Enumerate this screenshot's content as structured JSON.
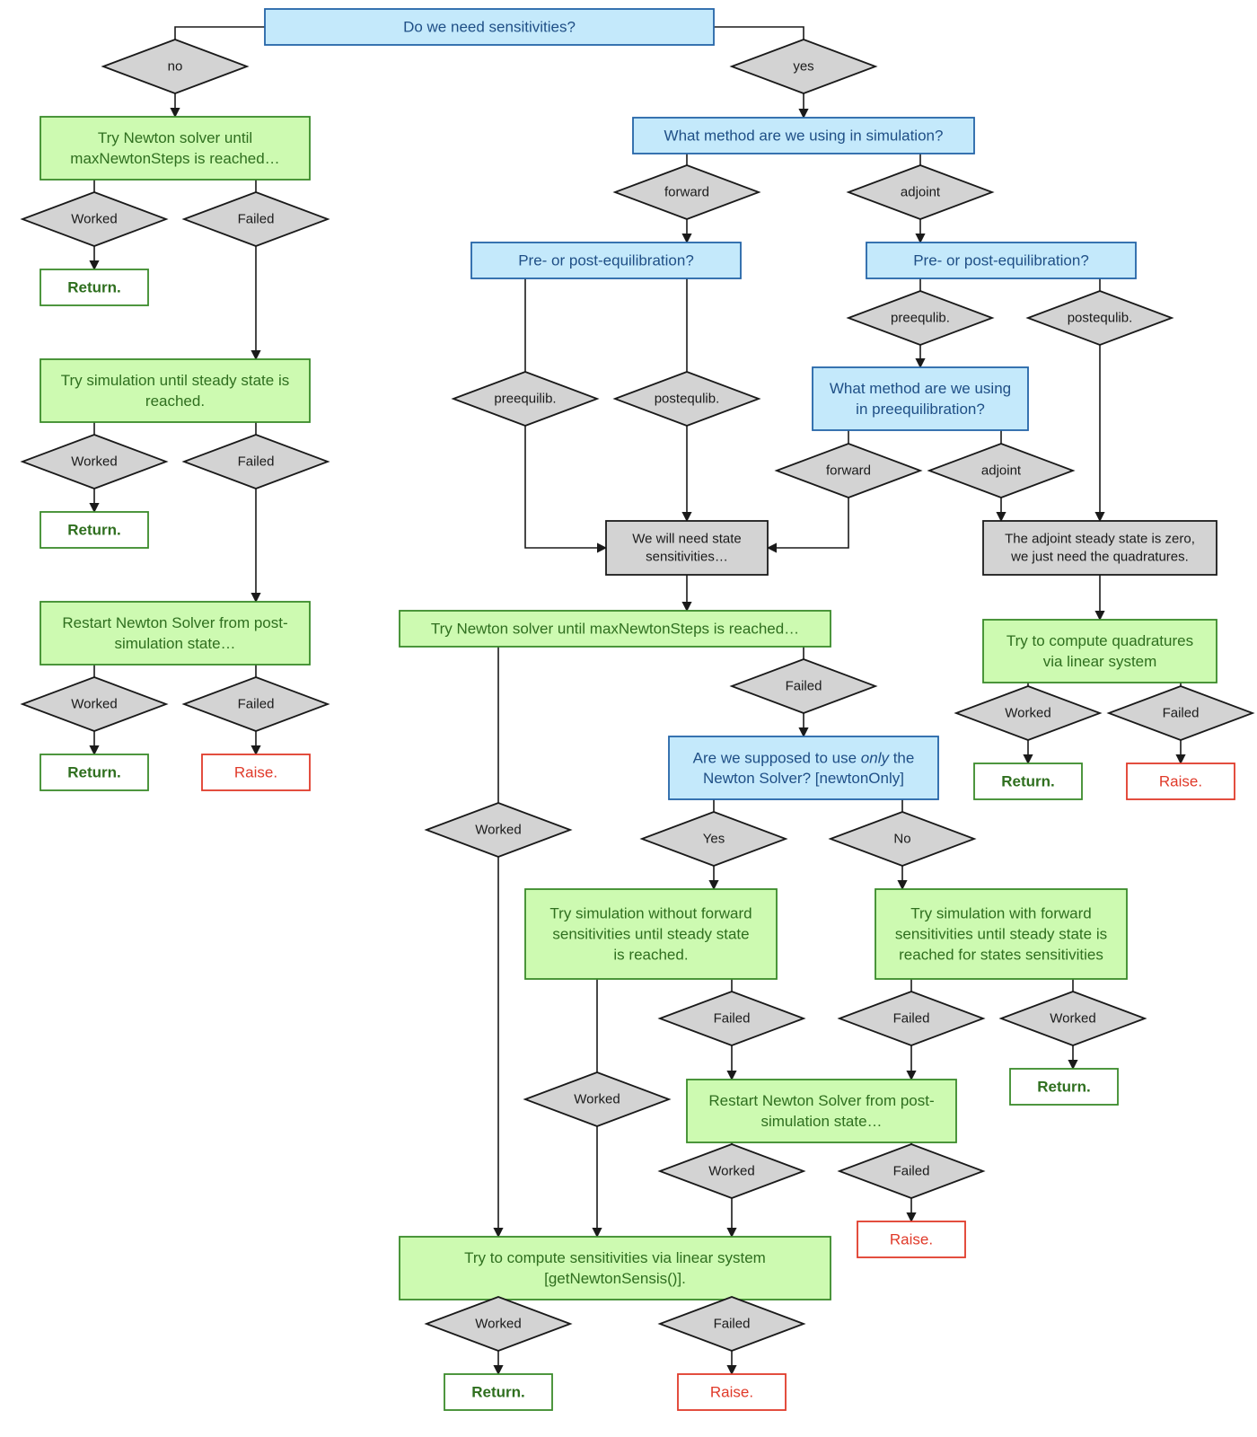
{
  "colors": {
    "blue_fill": "#c4e9fb",
    "blue_stroke": "#2565a8",
    "blue_text": "#1f4f86",
    "green_fill": "#cdfab1",
    "green_stroke": "#3a8a2a",
    "green_text": "#2f6f1f",
    "gray_fill": "#d3d3d3",
    "red_text": "#e03a2a",
    "red_stroke": "#e03a2a",
    "black": "#1a1a1a"
  },
  "diagram": {
    "nodes": [
      {
        "id": "q_sens",
        "type": "question",
        "lines": [
          "Do we need sensitivities?"
        ]
      },
      {
        "id": "d_no",
        "type": "decision",
        "lines": [
          "no"
        ]
      },
      {
        "id": "d_yes",
        "type": "decision",
        "lines": [
          "yes"
        ]
      },
      {
        "id": "l_newton",
        "type": "action",
        "lines": [
          "Try Newton solver until",
          "maxNewtonSteps is reached…"
        ]
      },
      {
        "id": "l_d1w",
        "type": "decision",
        "lines": [
          "Worked"
        ]
      },
      {
        "id": "l_d1f",
        "type": "decision",
        "lines": [
          "Failed"
        ]
      },
      {
        "id": "l_ret1",
        "type": "return",
        "lines": [
          "Return."
        ]
      },
      {
        "id": "l_sim",
        "type": "action",
        "lines": [
          "Try simulation until steady state is",
          "reached."
        ]
      },
      {
        "id": "l_d2w",
        "type": "decision",
        "lines": [
          "Worked"
        ]
      },
      {
        "id": "l_d2f",
        "type": "decision",
        "lines": [
          "Failed"
        ]
      },
      {
        "id": "l_ret2",
        "type": "return",
        "lines": [
          "Return."
        ]
      },
      {
        "id": "l_restart",
        "type": "action",
        "lines": [
          "Restart Newton Solver from post-",
          "simulation state…"
        ]
      },
      {
        "id": "l_d3w",
        "type": "decision",
        "lines": [
          "Worked"
        ]
      },
      {
        "id": "l_d3f",
        "type": "decision",
        "lines": [
          "Failed"
        ]
      },
      {
        "id": "l_ret3",
        "type": "return",
        "lines": [
          "Return."
        ]
      },
      {
        "id": "l_raise3",
        "type": "raise",
        "lines": [
          "Raise."
        ]
      },
      {
        "id": "q_method",
        "type": "question",
        "lines": [
          "What method are we using in simulation?"
        ]
      },
      {
        "id": "d_fwd",
        "type": "decision",
        "lines": [
          "forward"
        ]
      },
      {
        "id": "d_adj",
        "type": "decision",
        "lines": [
          "adjoint"
        ]
      },
      {
        "id": "q_prepost_f",
        "type": "question",
        "lines": [
          "Pre- or post-equilibration?"
        ]
      },
      {
        "id": "q_prepost_a",
        "type": "question",
        "lines": [
          "Pre- or post-equilibration?"
        ]
      },
      {
        "id": "d_f_pre",
        "type": "decision",
        "lines": [
          "preequilib."
        ]
      },
      {
        "id": "d_f_post",
        "type": "decision",
        "lines": [
          "postequlib."
        ]
      },
      {
        "id": "d_a_pre",
        "type": "decision",
        "lines": [
          "preequlib."
        ]
      },
      {
        "id": "d_a_post",
        "type": "decision",
        "lines": [
          "postequlib."
        ]
      },
      {
        "id": "q_pre_method",
        "type": "question",
        "lines": [
          "What method are we using",
          "in preequilibration?"
        ]
      },
      {
        "id": "d_pm_fwd",
        "type": "decision",
        "lines": [
          "forward"
        ]
      },
      {
        "id": "d_pm_adj",
        "type": "decision",
        "lines": [
          "adjoint"
        ]
      },
      {
        "id": "n_state_sens",
        "type": "note",
        "lines": [
          "We will need state",
          "sensitivities…"
        ]
      },
      {
        "id": "n_adj_zero",
        "type": "note",
        "lines": [
          "The adjoint steady state is zero,",
          "we just need the quadratures."
        ]
      },
      {
        "id": "c_newton",
        "type": "action",
        "lines": [
          "Try Newton solver until maxNewtonSteps is reached…"
        ]
      },
      {
        "id": "c_d_failed",
        "type": "decision",
        "lines": [
          "Failed"
        ]
      },
      {
        "id": "c_d_worked",
        "type": "decision",
        "lines": [
          "Worked"
        ]
      },
      {
        "id": "q_newton_only",
        "type": "question",
        "rich": true,
        "lines": [
          "Are we supposed to use only the",
          "Newton Solver? [newtonOnly]"
        ]
      },
      {
        "id": "d_yes2",
        "type": "decision",
        "lines": [
          "Yes"
        ]
      },
      {
        "id": "d_no2",
        "type": "decision",
        "lines": [
          "No"
        ]
      },
      {
        "id": "c_sim_nofwd",
        "type": "action",
        "lines": [
          "Try simulation without forward",
          "sensitivities until steady state",
          "is reached."
        ]
      },
      {
        "id": "c_sim_fwd",
        "type": "action",
        "lines": [
          "Try simulation with forward",
          "sensitivities until steady state is",
          "reached for states sensitivities"
        ]
      },
      {
        "id": "c_d_nofwd_failed",
        "type": "decision",
        "lines": [
          "Failed"
        ]
      },
      {
        "id": "c_d_nofwd_worked",
        "type": "decision",
        "lines": [
          "Worked"
        ]
      },
      {
        "id": "c_d_fwd_failed",
        "type": "decision",
        "lines": [
          "Failed"
        ]
      },
      {
        "id": "c_d_fwd_worked",
        "type": "decision",
        "lines": [
          "Worked"
        ]
      },
      {
        "id": "c_ret_fwd",
        "type": "return",
        "lines": [
          "Return."
        ]
      },
      {
        "id": "c_restart",
        "type": "action",
        "lines": [
          "Restart Newton Solver from post-",
          "simulation state…"
        ]
      },
      {
        "id": "c_d_rs_worked",
        "type": "decision",
        "lines": [
          "Worked"
        ]
      },
      {
        "id": "c_d_rs_failed",
        "type": "decision",
        "lines": [
          "Failed"
        ]
      },
      {
        "id": "c_raise_rs",
        "type": "raise",
        "lines": [
          "Raise."
        ]
      },
      {
        "id": "c_linsys",
        "type": "action",
        "lines": [
          "Try to compute sensitivities via linear system",
          "[getNewtonSensis()]."
        ]
      },
      {
        "id": "c_d_ls_worked",
        "type": "decision",
        "lines": [
          "Worked"
        ]
      },
      {
        "id": "c_d_ls_failed",
        "type": "decision",
        "lines": [
          "Failed"
        ]
      },
      {
        "id": "c_ret_ls",
        "type": "return",
        "lines": [
          "Return."
        ]
      },
      {
        "id": "c_raise_ls",
        "type": "raise",
        "lines": [
          "Raise."
        ]
      },
      {
        "id": "r_quad",
        "type": "action",
        "lines": [
          "Try to compute quadratures",
          "via linear system"
        ]
      },
      {
        "id": "r_d_worked",
        "type": "decision",
        "lines": [
          "Worked"
        ]
      },
      {
        "id": "r_d_failed",
        "type": "decision",
        "lines": [
          "Failed"
        ]
      },
      {
        "id": "r_ret",
        "type": "return",
        "lines": [
          "Return."
        ]
      },
      {
        "id": "r_raise",
        "type": "raise",
        "lines": [
          "Raise."
        ]
      }
    ]
  }
}
